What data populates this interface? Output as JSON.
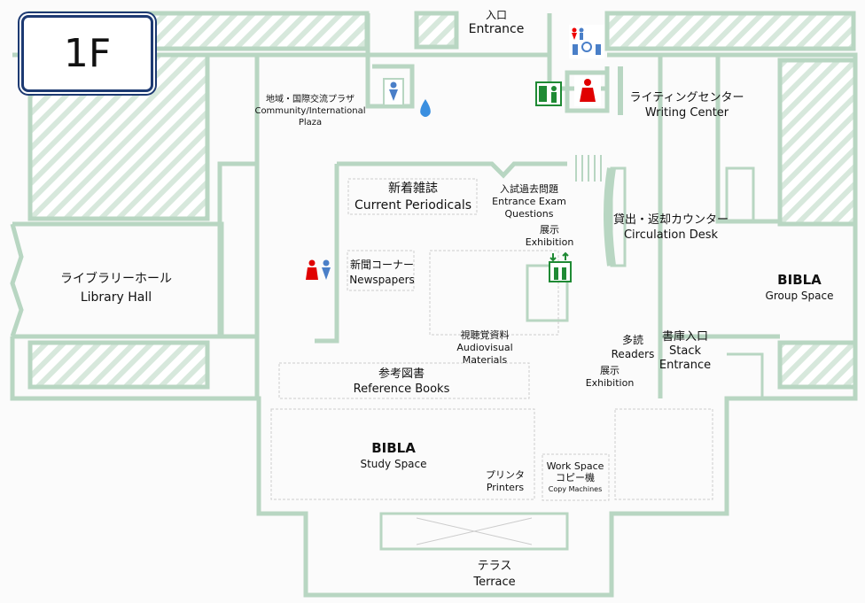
{
  "floor_badge": "1F",
  "colors": {
    "wall": "#b8d6c2",
    "hatch": "#d7e8dc",
    "sign_green": "#1f8a34",
    "female": "#e00000",
    "male": "#4a7fc8"
  },
  "rooms": {
    "entrance": {
      "ja": "入口",
      "en": "Entrance"
    },
    "plaza": {
      "ja": "地域・国際交流プラザ",
      "en1": "Community/International",
      "en2": "Plaza"
    },
    "writing": {
      "ja": "ライティングセンター",
      "en": "Writing Center"
    },
    "periodicals": {
      "ja": "新着雑誌",
      "en": "Current Periodicals"
    },
    "exam": {
      "ja": "入試過去問題",
      "en1": "Entrance Exam",
      "en2": "Questions"
    },
    "exhibition1": {
      "ja": "展示",
      "en": "Exhibition"
    },
    "circulation": {
      "ja": "貸出・返却カウンター",
      "en": "Circulation Desk"
    },
    "hall": {
      "ja": "ライブラリーホール",
      "en": "Library Hall"
    },
    "newspapers": {
      "ja": "新聞コーナー",
      "en": "Newspapers"
    },
    "group": {
      "name": "BIBLA",
      "sub": "Group Space"
    },
    "audiovisual": {
      "ja": "視聴覚資料",
      "en1": "Audiovisual",
      "en2": "Materials"
    },
    "readers": {
      "ja": "多読",
      "en": "Readers"
    },
    "stack": {
      "ja": "書庫入口",
      "en1": "Stack",
      "en2": "Entrance"
    },
    "exhibition2": {
      "ja": "展示",
      "en": "Exhibition"
    },
    "reference": {
      "ja": "参考図書",
      "en": "Reference Books"
    },
    "study": {
      "name": "BIBLA",
      "sub": "Study Space"
    },
    "printers": {
      "ja": "プリンタ",
      "en": "Printers"
    },
    "workspace": {
      "en": "Work Space",
      "ja": "コピー機",
      "en2": "Copy Machines"
    },
    "terrace": {
      "ja": "テラス",
      "en": "Terrace"
    }
  }
}
